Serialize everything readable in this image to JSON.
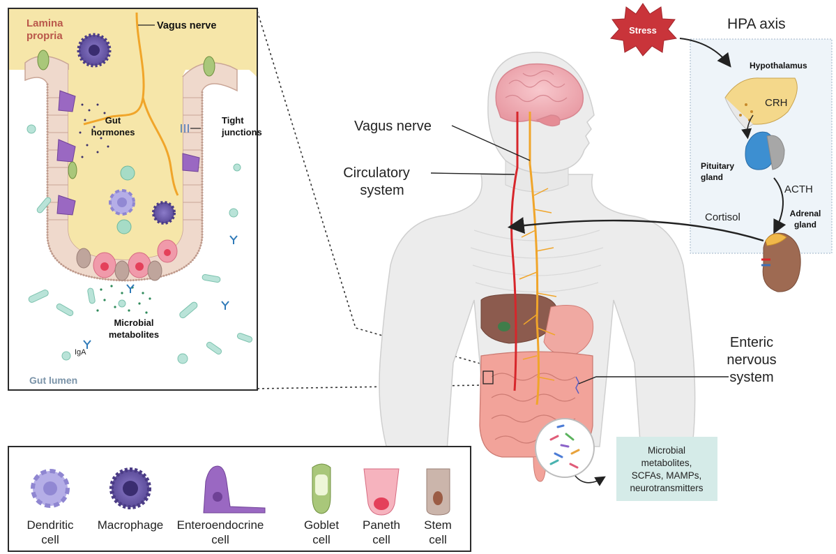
{
  "inset": {
    "lamina_propria": "Lamina propria",
    "vagus_nerve": "Vagus nerve",
    "gut_hormones": "Gut hormones",
    "tight_junctions": "Tight junctions",
    "microbial_metabolites": "Microbial metabolites",
    "iga": "IgA",
    "gut_lumen": "Gut lumen"
  },
  "body": {
    "vagus_nerve": "Vagus nerve",
    "circulatory_system": "Circulatory system",
    "enteric_nervous_system": "Enteric nervous system",
    "metabolites_box": "Microbial metabolites, SCFAs, MAMPs, neurotransmitters"
  },
  "hpa": {
    "title": "HPA axis",
    "stress": "Stress",
    "hypothalamus": "Hypothalamus",
    "crh": "CRH",
    "pituitary_gland": "Pituitary gland",
    "acth": "ACTH",
    "cortisol": "Cortisol",
    "adrenal_gland": "Adrenal gland"
  },
  "legend": {
    "items": [
      {
        "label": "Dendritic cell"
      },
      {
        "label": "Macrophage"
      },
      {
        "label": "Enteroendocrine cell"
      },
      {
        "label": "Goblet cell"
      },
      {
        "label": "Paneth cell"
      },
      {
        "label": "Stem cell"
      }
    ]
  },
  "colors": {
    "vagus": "#f0a52a",
    "blood": "#d7262b",
    "lamina": "#f6e6a9",
    "lumen": "#ffffff",
    "stress": "#c9343a",
    "pituitary": "#3d8fd1",
    "metabolites_bg": "#d5ebe8"
  }
}
